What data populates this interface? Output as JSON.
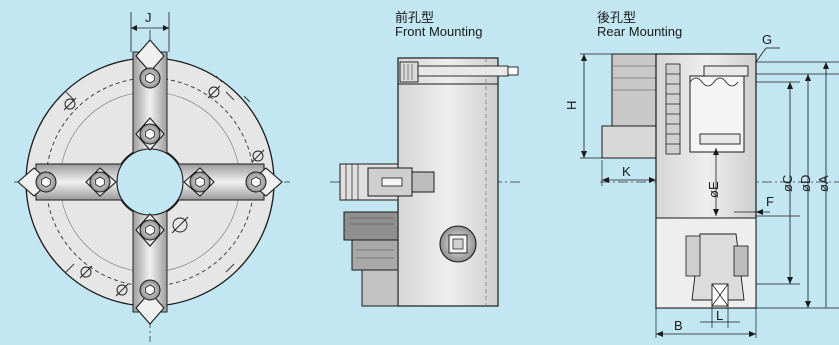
{
  "front_view": {
    "title_cn": "前孔型",
    "title_en": "Front Mounting"
  },
  "rear_view": {
    "title_cn": "後孔型",
    "title_en": "Rear Mounting"
  },
  "dimension_labels": {
    "J": "J",
    "H": "H",
    "K": "K",
    "G": "G",
    "E": "øE",
    "C": "øC",
    "D": "øD",
    "A": "øA",
    "F": "F",
    "B": "B",
    "L": "L"
  },
  "colors": {
    "background": "#c3e6f3",
    "part_fill": "#e6e6e6",
    "part_dark": "#a8a8a8",
    "line": "#1a1a1a"
  }
}
